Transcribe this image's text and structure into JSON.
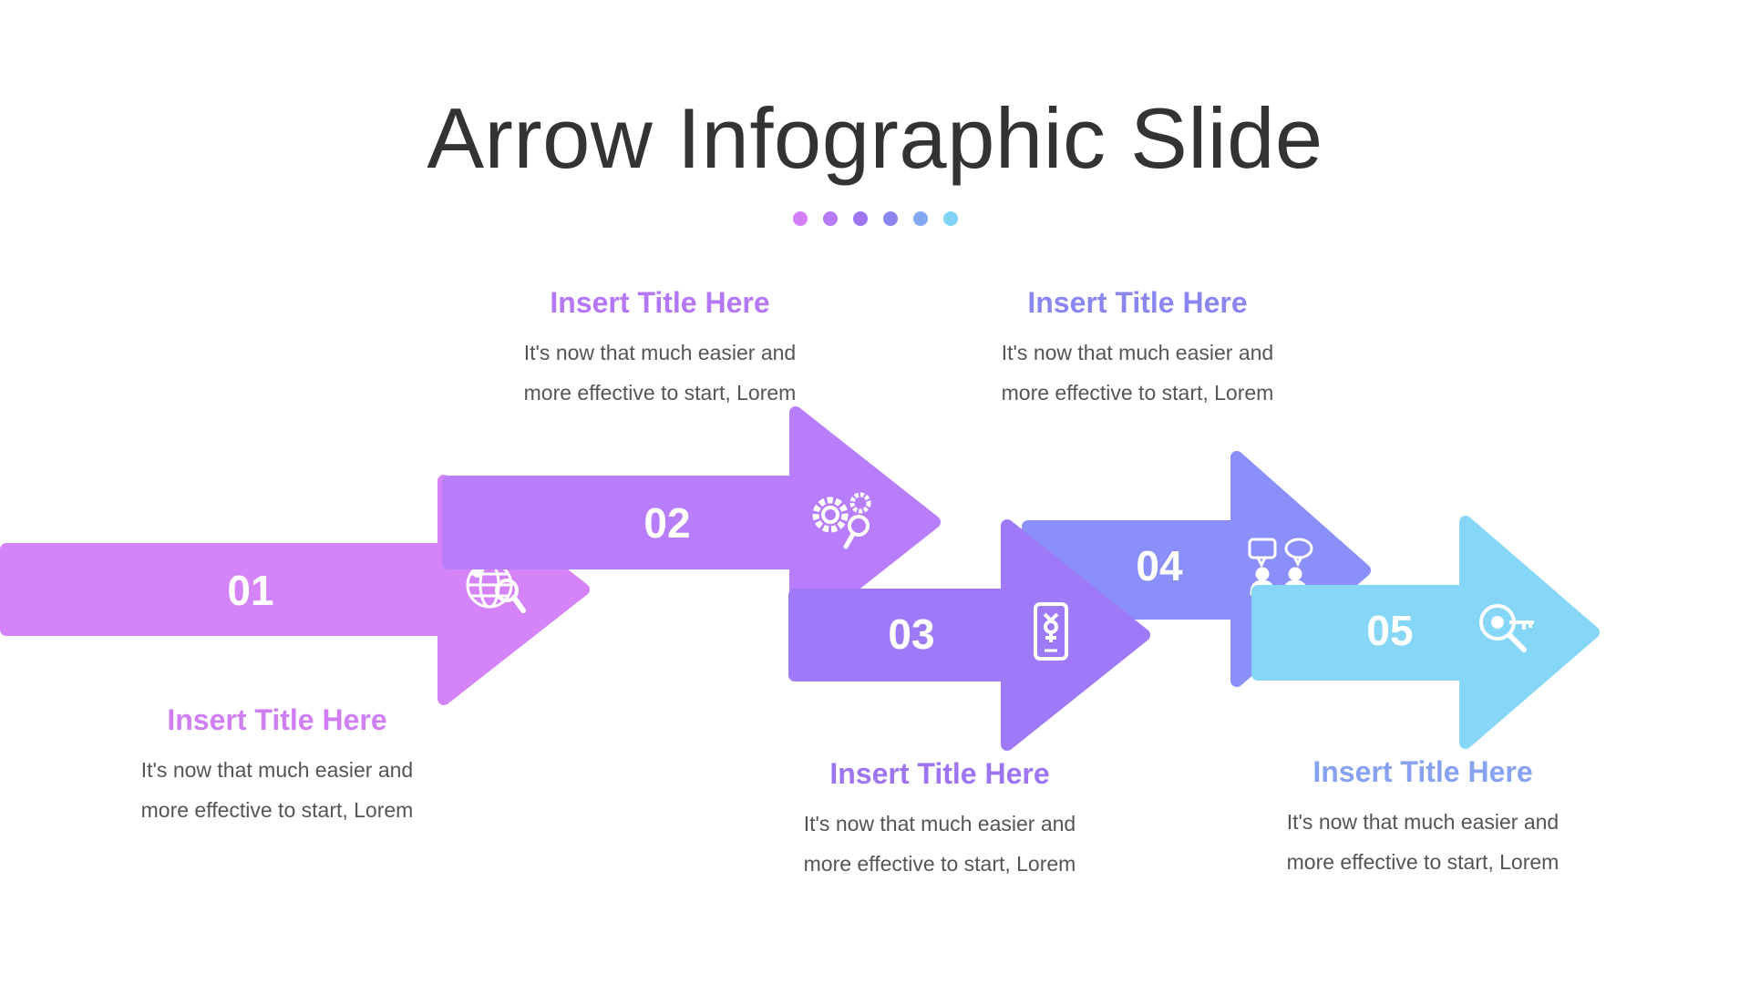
{
  "slide": {
    "title": "Arrow Infographic Slide"
  },
  "dots": [
    {
      "color": "#d57ff6"
    },
    {
      "color": "#b77af6"
    },
    {
      "color": "#9d76f5"
    },
    {
      "color": "#8a86f0"
    },
    {
      "color": "#83a8f3"
    },
    {
      "color": "#7fd3f4"
    }
  ],
  "steps": [
    {
      "number": "01",
      "icon": "globe-search-icon",
      "color": "#d583f8",
      "title_color": "#d07ef3",
      "title": "Insert Title Here",
      "body": "It's now that much easier and more effective to start, Lorem"
    },
    {
      "number": "02",
      "icon": "gears-search-icon",
      "color": "#b77dfa",
      "title_color": "#b477f6",
      "title": "Insert Title Here",
      "body": "It's now that much easier and more effective to start, Lorem"
    },
    {
      "number": "03",
      "icon": "smartphone-icon",
      "color": "#9e7af8",
      "title_color": "#9d74f2",
      "title": "Insert Title Here",
      "body": "It's now that much easier and more effective to start, Lorem"
    },
    {
      "number": "04",
      "icon": "people-chat-icon",
      "color": "#8a8ffa",
      "title_color": "#8a86f0",
      "title": "Insert Title Here",
      "body": "It's now that much easier and more effective to start, Lorem"
    },
    {
      "number": "05",
      "icon": "key-search-icon",
      "color": "#85d6f7",
      "title_color": "#86a2f0",
      "title": "Insert Title Here",
      "body": "It's now that much easier and more effective to start, Lorem"
    }
  ]
}
